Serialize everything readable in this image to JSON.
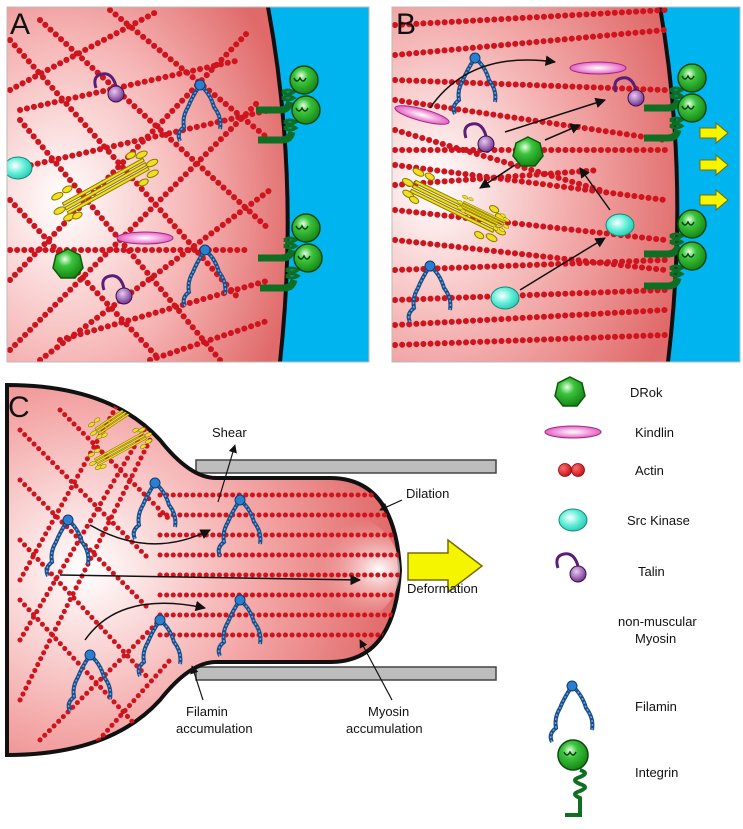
{
  "panels": {
    "a": "A",
    "b": "B",
    "c": "C"
  },
  "labels": {
    "shear": "Shear",
    "dilation": "Dilation",
    "deformation": "Deformation",
    "filamin_acc_1": "Filamin",
    "filamin_acc_2": "accumulation",
    "myosin_acc_1": "Myosin",
    "myosin_acc_2": "accumulation"
  },
  "legend": [
    {
      "key": "drok",
      "label": "DRok",
      "icon": "heptagon-icon",
      "color": "#2fb12f"
    },
    {
      "key": "kindlin",
      "label": "Kindlin",
      "icon": "ellipse-icon",
      "color": "#e060c0"
    },
    {
      "key": "actin",
      "label": "Actin",
      "icon": "bead-pair-icon",
      "color": "#d0141e"
    },
    {
      "key": "src",
      "label": "Src Kinase",
      "icon": "oval-icon",
      "color": "#40e0c8"
    },
    {
      "key": "talin",
      "label": "Talin",
      "icon": "hook-ball-icon",
      "color": "#8a3fa0"
    },
    {
      "key": "myosin",
      "label_1": "non-muscular",
      "label_2": "Myosin",
      "icon": "filament-icon",
      "color": "#f0e020"
    },
    {
      "key": "filamin",
      "label": "Filamin",
      "icon": "v-dimer-icon",
      "color": "#2a70b0"
    },
    {
      "key": "integrin",
      "label": "Integrin",
      "icon": "globe-coil-icon",
      "color": "#1f9e3a"
    }
  ],
  "colors": {
    "cell": "#f08a8a",
    "membrane_outside": "#00b4f0",
    "actin": "#d0141e",
    "myosin": "#f0e020",
    "filamin": "#2a70b0",
    "arrow": "#f5f500"
  }
}
